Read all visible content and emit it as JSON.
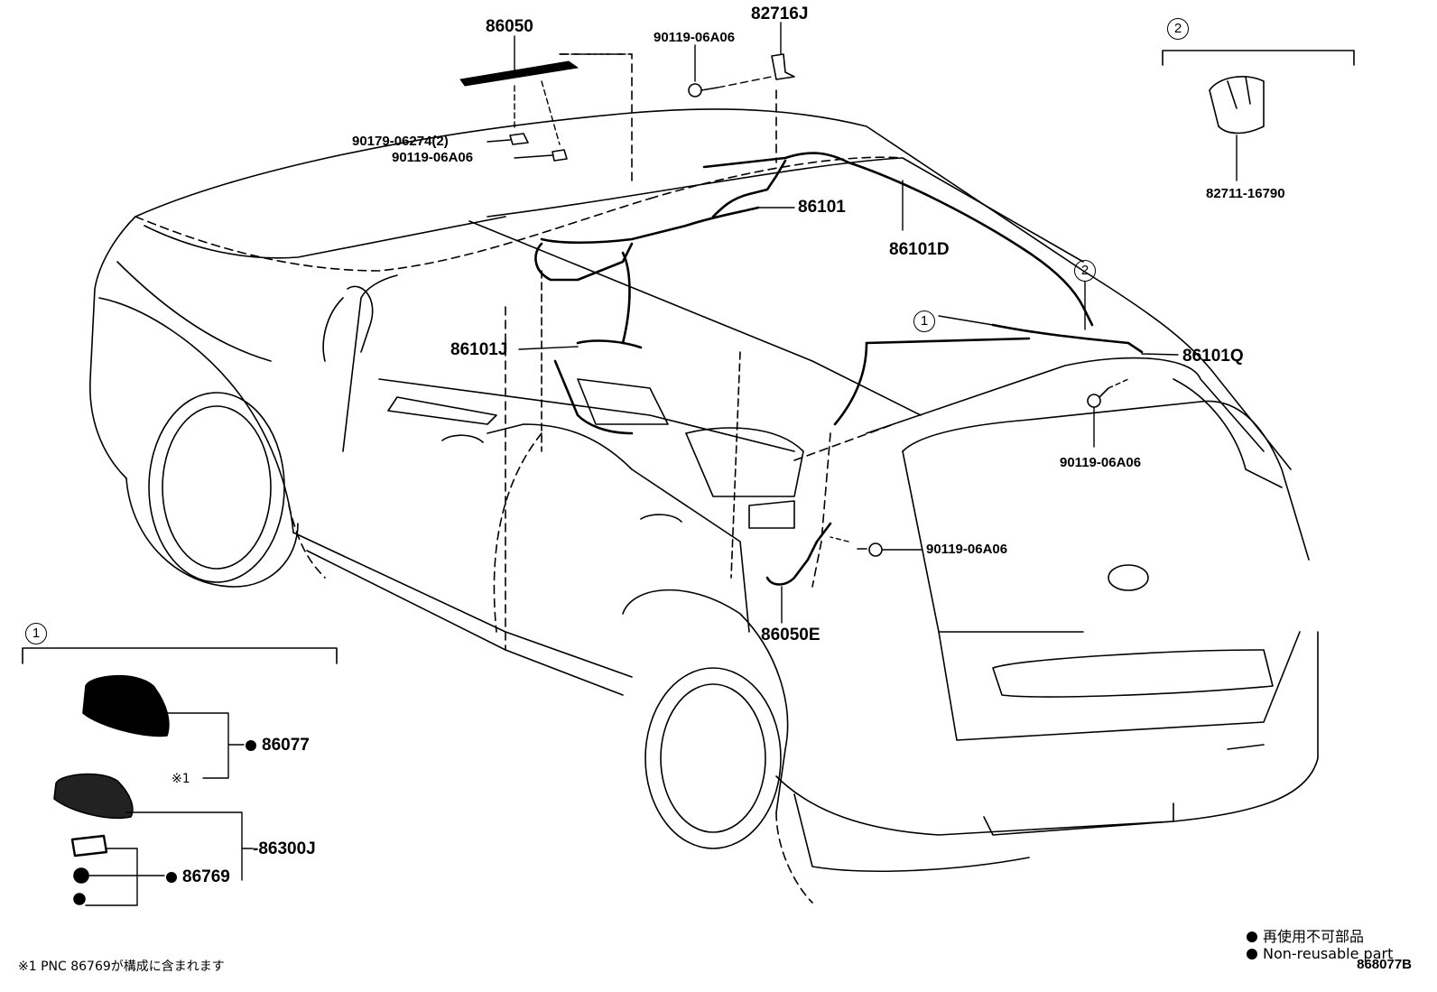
{
  "parts": {
    "p86050": "86050",
    "p82716J": "82716J",
    "p90119_top": "90119-06A06",
    "p90179": "90179-06274(2)",
    "p90119_left": "90119-06A06",
    "p86101": "86101",
    "p86101D": "86101D",
    "p86101J": "86101J",
    "p86101Q": "86101Q",
    "p90119_right": "90119-06A06",
    "p90119_mid": "90119-06A06",
    "p86050E": "86050E",
    "p82711": "82711-16790",
    "p86077": "86077",
    "p86300J": "86300J",
    "p86769": "86769"
  },
  "callouts": {
    "c1": "1",
    "c2": "2"
  },
  "notes": {
    "asterisk1": "※1",
    "footnote": "※1 PNC 86769が構成に含まれます"
  },
  "legend": {
    "jp": "再使用不可部品",
    "en": "Non-reusable part"
  },
  "diagram_code": "868077B"
}
